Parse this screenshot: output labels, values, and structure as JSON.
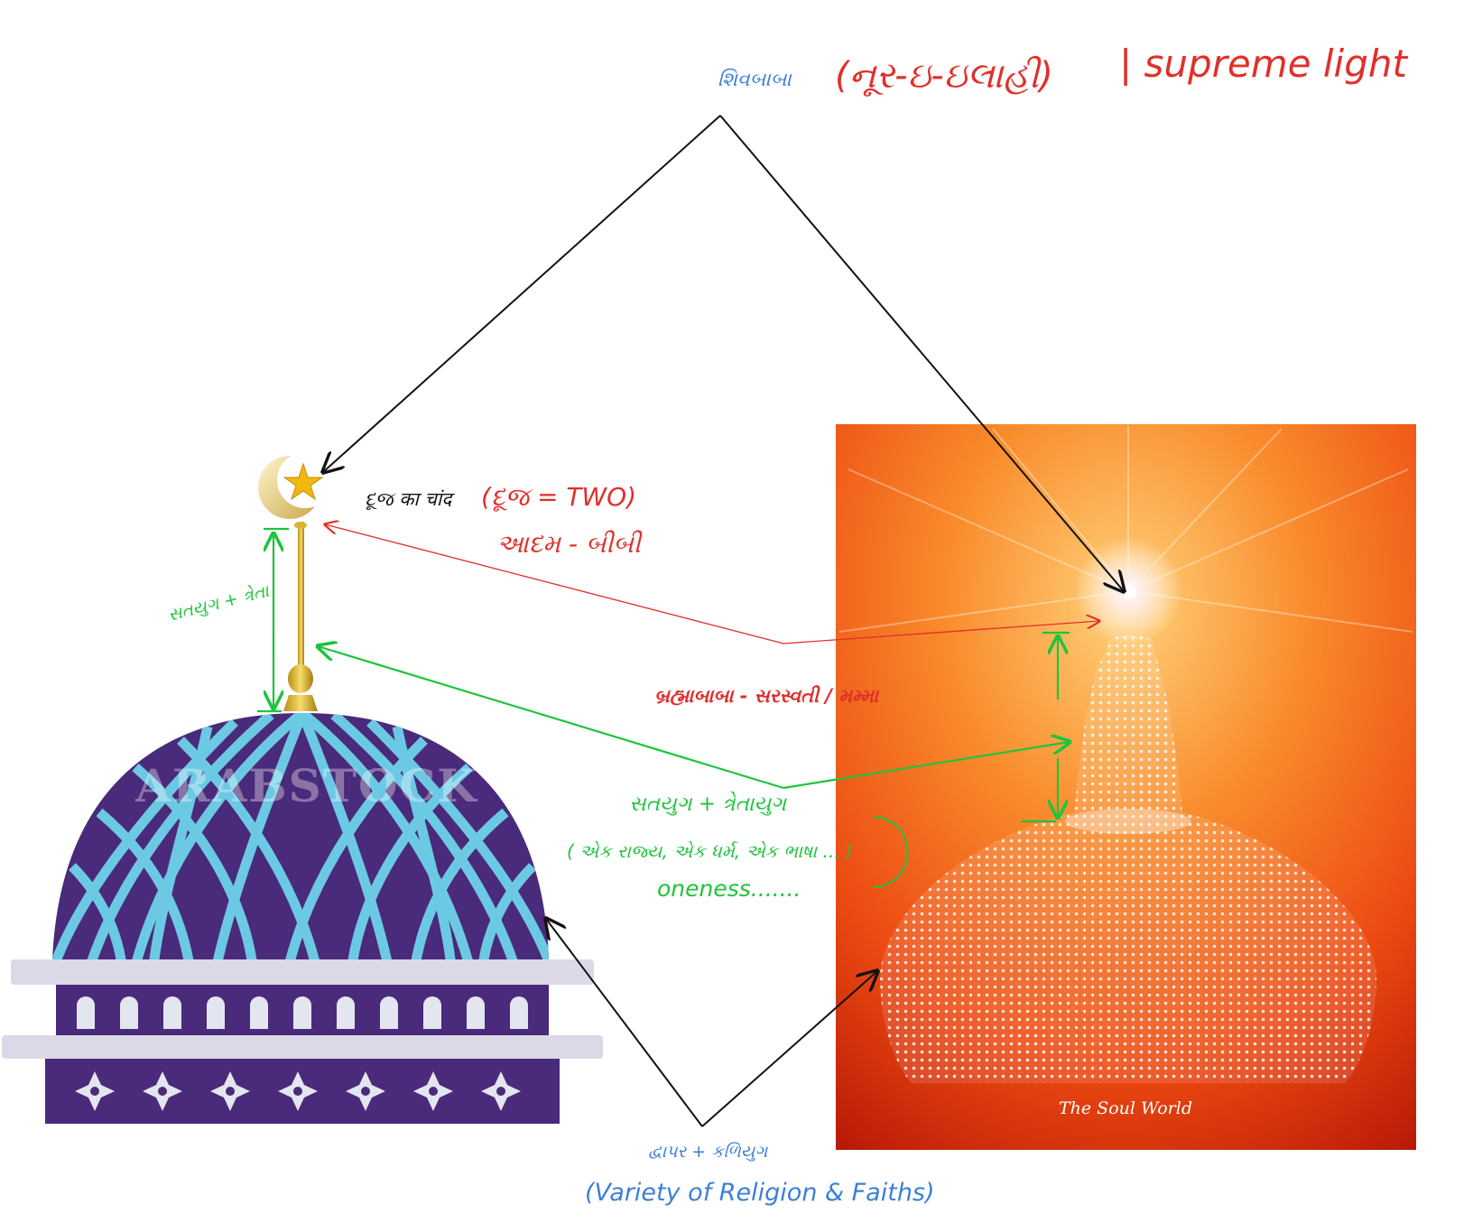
{
  "annotations": {
    "top_blue": "શિવબાબા",
    "top_red": "(નૂર-ઇ-ઇલાહી)",
    "top_red_latin": "| supreme light",
    "moon_black": "દૂજ का चांद",
    "moon_red": "(દૂજ = TWO)",
    "adam_eve": "આદમ - બીબી",
    "spire_green": "સતયુગ + ત્રેતા",
    "brahma_red": "બ્રહ્માબાબા - સરસ્વતી / મમ્મા",
    "green_line1": "સતયુગ + ત્રેતાયુગ",
    "green_line2": "( એક રાજ્ય, એક ધર્મ, એક ભાષા ... )",
    "green_oneness": "oneness.......",
    "blue_bottom1": "દ્વાપર + કળિયુગ",
    "blue_bottom2": "(Variety of Religion & Faiths)"
  },
  "left_image": {
    "watermark": "ARABSTOCK"
  },
  "right_image": {
    "caption": "The Soul World"
  },
  "colors": {
    "blue_ink": "#3d7fd6",
    "red_ink": "#e0302b",
    "green_ink": "#1ec43c",
    "black_ink": "#111111",
    "dome_purple": "#4a2a7a",
    "dome_lattice": "#6cc9e4",
    "gold": "#e8c43a",
    "poster_orange": "#ee5b12"
  }
}
